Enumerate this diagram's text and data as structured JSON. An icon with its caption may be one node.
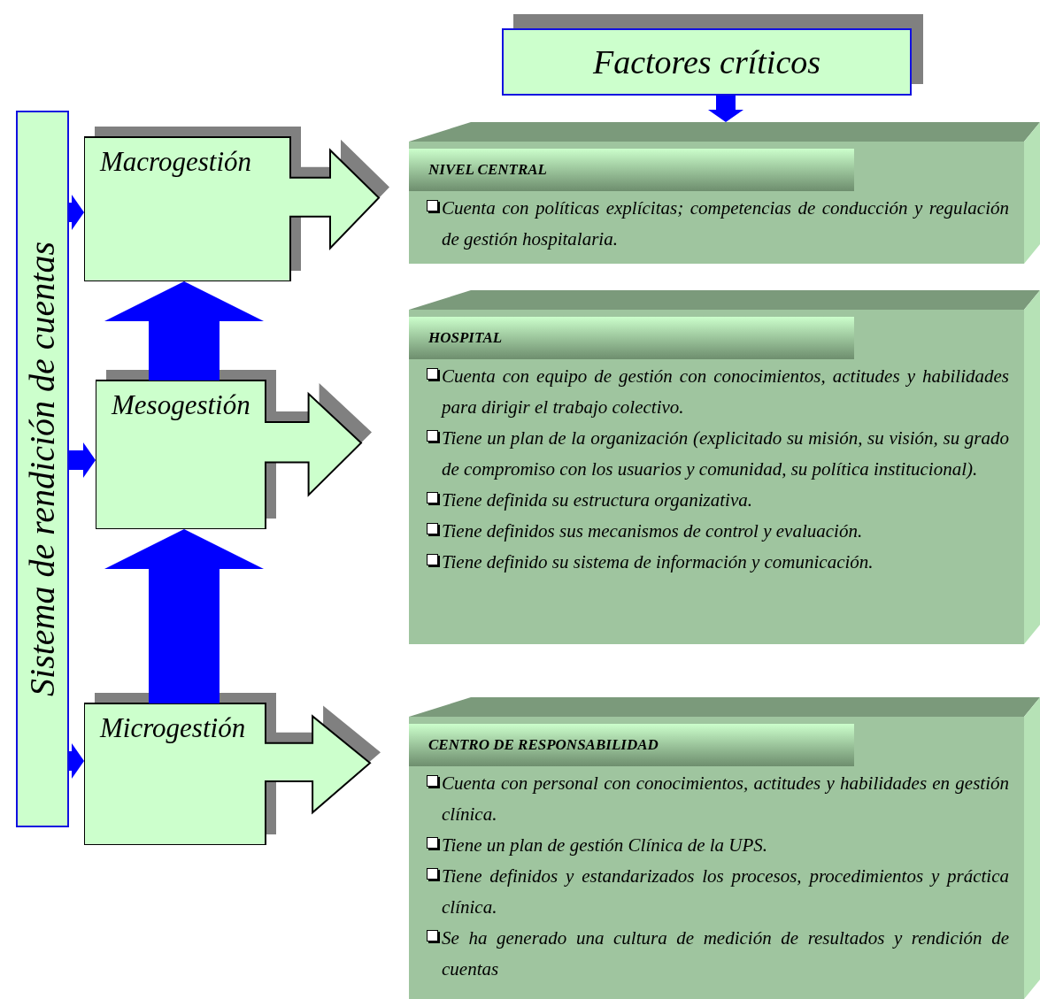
{
  "diagram": {
    "nodes": [
      {
        "text": [
          "Factores críticos"
        ]
      },
      {
        "text": [
          "Sistema de rendición de cuentas"
        ]
      },
      {
        "text": [
          "Macrogestión"
        ]
      },
      {
        "text": [
          "Mesogestión"
        ]
      },
      {
        "text": [
          "Microgestión"
        ]
      },
      {
        "text": [
          "NIVEL CENTRAL",
          "Cuenta con políticas explícitas; competencias de conducción y regulación de gestión hospitalaria."
        ]
      },
      {
        "text": [
          "HOSPITAL",
          "Cuenta con equipo de gestión con conocimientos, actitudes y habilidades para dirigir el trabajo colectivo.",
          "Tiene un plan de la organización (explicitado su misión, su visión, su grado de compromiso con los usuarios y comunidad, su política institucional).",
          "Tiene definida su estructura organizativa.",
          "Tiene definidos sus mecanismos de control y evaluación.",
          "Tiene definido su sistema de información y comunicación."
        ]
      },
      {
        "text": [
          "CENTRO DE RESPONSABILIDAD",
          "Cuenta con personal con conocimientos, actitudes y habilidades en gestión clínica.",
          "Tiene un plan de gestión Clínica de la UPS.",
          "Tiene definidos y estandarizados los procesos, procedimientos y práctica clínica.",
          "Se ha generado una cultura de medición de resultados y rendición de cuentas"
        ]
      }
    ],
    "edges": [
      {
        "from": 0,
        "to": 5,
        "arrow": "to"
      },
      {
        "from": 1,
        "to": 2,
        "arrow": "to"
      },
      {
        "from": 1,
        "to": 3,
        "arrow": "to"
      },
      {
        "from": 1,
        "to": 4,
        "arrow": "to"
      },
      {
        "from": 4,
        "to": 3,
        "arrow": "to",
        "style": "thick"
      },
      {
        "from": 3,
        "to": 2,
        "arrow": "to",
        "style": "thick"
      }
    ]
  }
}
